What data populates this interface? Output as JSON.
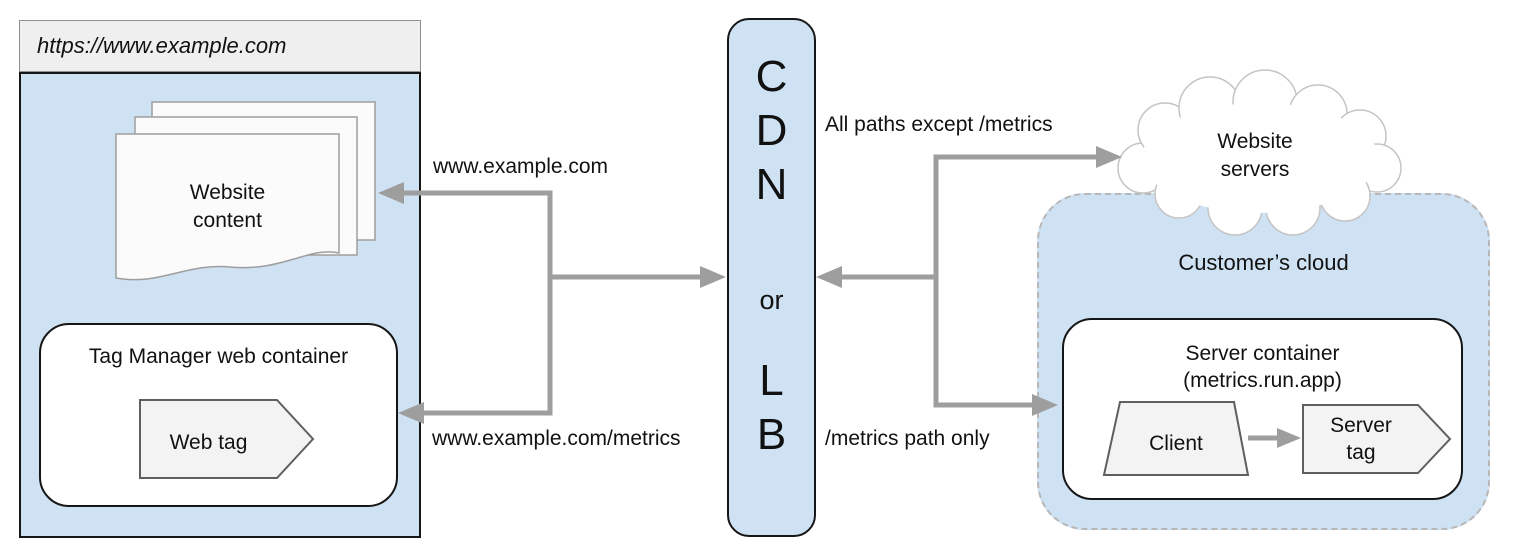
{
  "browser": {
    "address": "https://www.example.com",
    "website_content": {
      "line1": "Website",
      "line2": "content"
    },
    "tag_manager_label": "Tag Manager web container",
    "web_tag_label": "Web tag"
  },
  "cdn": {
    "letters": [
      "C",
      "D",
      "N"
    ],
    "separator": "or",
    "lb_letters": [
      "L",
      "B"
    ]
  },
  "website_servers": {
    "line1": "Website",
    "line2": "servers"
  },
  "customer_cloud": {
    "label": "Customer’s cloud",
    "server_container_title": "Server container",
    "server_container_subtitle": "(metrics.run.app)",
    "client_label": "Client",
    "server_tag": {
      "line1": "Server",
      "line2": "tag"
    }
  },
  "edge_labels": {
    "to_content": "www.example.com",
    "to_web_container": "www.example.com/metrics",
    "to_servers": "All paths except /metrics",
    "to_server_container": "/metrics path only"
  },
  "colors": {
    "panel_blue": "#cfe2f3",
    "shape_fill": "#f3f3f3",
    "shape_border": "#5f5f5f",
    "arrow_gray": "#9e9e9e",
    "dashed_border": "#b7b7b7",
    "title_bar": "#efefef",
    "cloud_border": "#c4c4c4"
  }
}
